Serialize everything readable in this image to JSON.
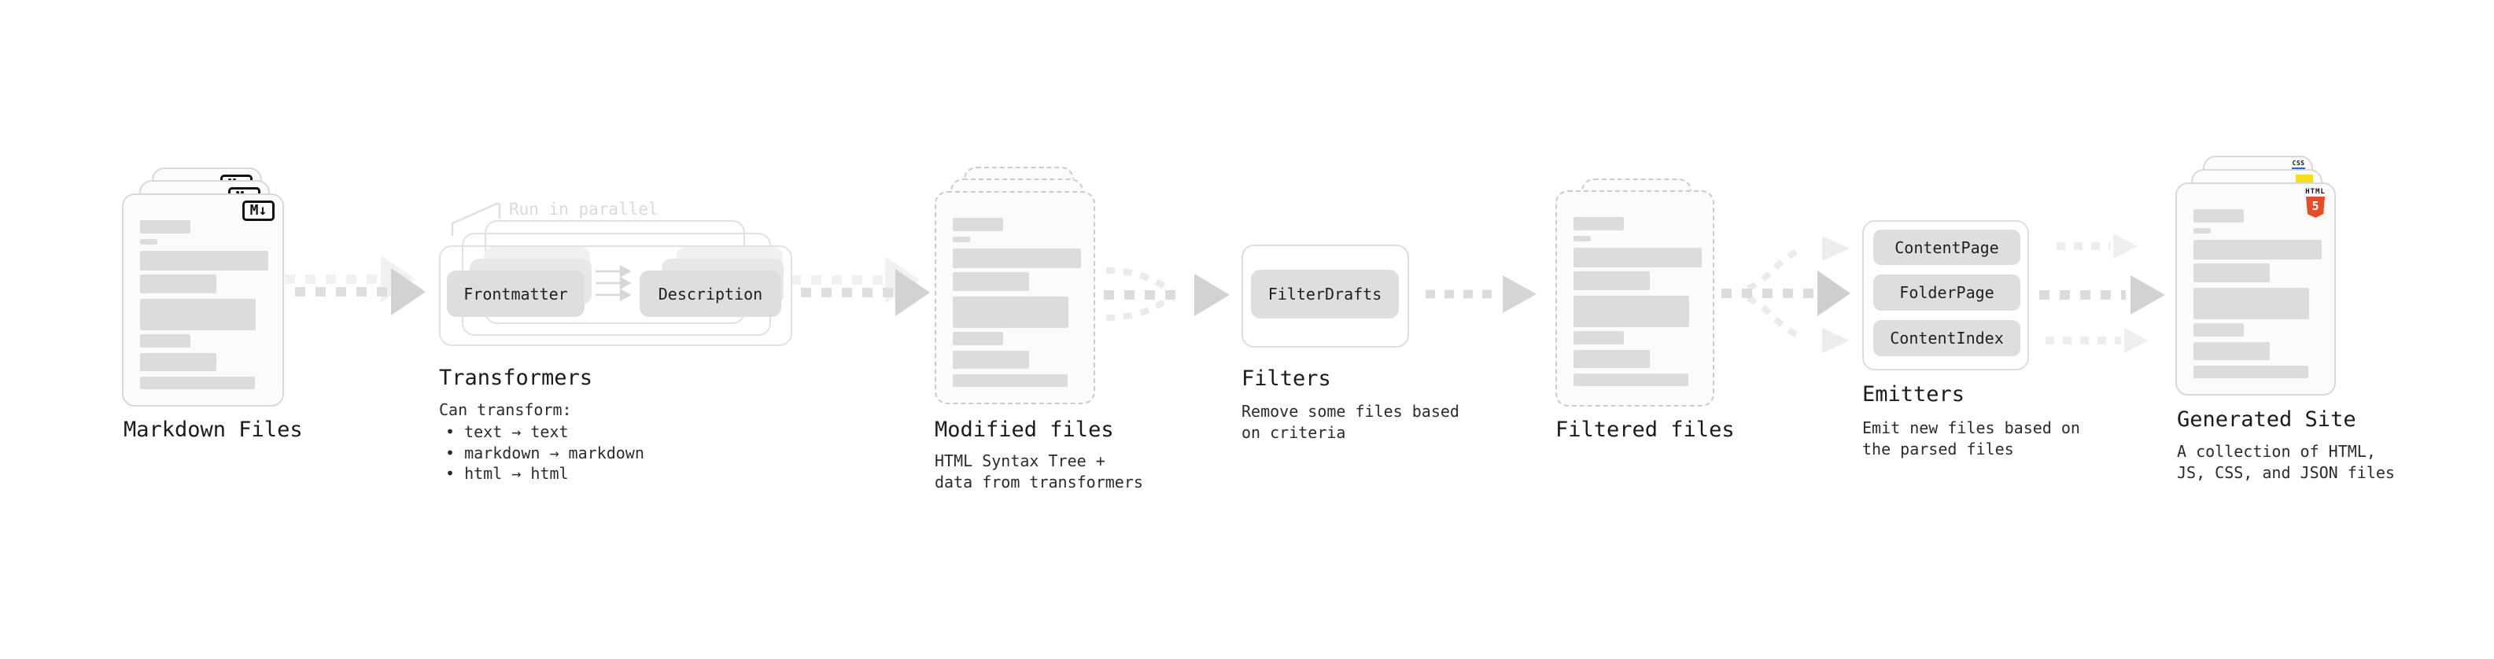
{
  "stages": {
    "markdown_files": {
      "label": "Markdown Files",
      "badge": "M↓"
    },
    "transformers": {
      "label": "Transformers",
      "note": "Run in parallel",
      "pill_left": "Frontmatter",
      "pill_right": "Description",
      "desc_title": "Can transform:",
      "bullets": [
        "• text → text",
        "• markdown → markdown",
        "• html → html"
      ]
    },
    "modified_files": {
      "label": "Modified files",
      "subtitle_line1": "HTML Syntax Tree +",
      "subtitle_line2": "data from transformers"
    },
    "filters": {
      "label": "Filters",
      "pill": "FilterDrafts",
      "subtitle_line1": "Remove some files based",
      "subtitle_line2": "on criteria"
    },
    "filtered_files": {
      "label": "Filtered files"
    },
    "emitters": {
      "label": "Emitters",
      "pills": [
        "ContentPage",
        "FolderPage",
        "ContentIndex"
      ],
      "subtitle_line1": "Emit new files based on",
      "subtitle_line2": "the parsed files"
    },
    "generated_site": {
      "label": "Generated Site",
      "subtitle_line1": "A collection of HTML,",
      "subtitle_line2": "JS, CSS, and JSON files",
      "badge_html_label": "HTML",
      "badge_html_number": "5",
      "badge_css": "CSS"
    }
  },
  "colors": {
    "html5_orange": "#e44d26",
    "js_yellow": "#f5de19",
    "css_blue": "#2965f1",
    "arrow_gray": "#d2d2d2",
    "dash_gray": "#dcdcdc"
  }
}
